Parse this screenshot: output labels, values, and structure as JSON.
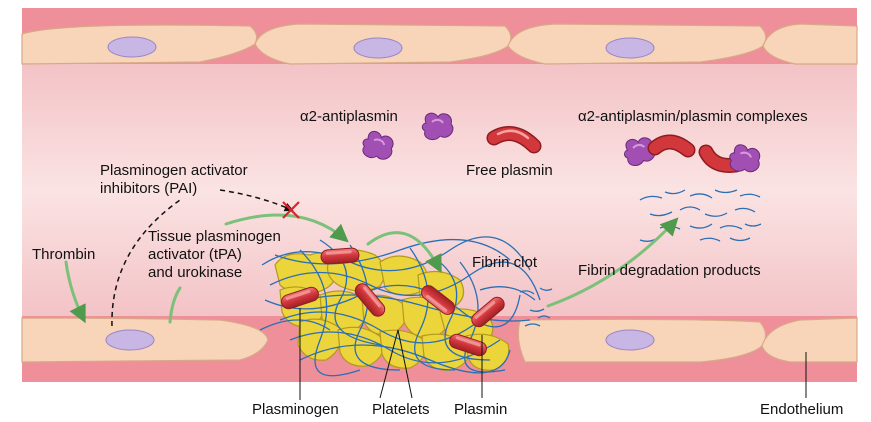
{
  "labels": {
    "a2_antiplasmin": "α2-antiplasmin",
    "a2_complexes": "α2-antiplasmin/plasmin complexes",
    "free_plasmin": "Free plasmin",
    "pai": "Plasminogen activator\ninhibitors (PAI)",
    "thrombin": "Thrombin",
    "tpa": "Tissue plasminogen\nactivator (tPA)\nand urokinase",
    "fibrin_clot": "Fibrin clot",
    "fibrin_degradation": "Fibrin degradation products",
    "plasminogen": "Plasminogen",
    "platelets": "Platelets",
    "plasmin": "Plasmin",
    "endothelium": "Endothelium"
  },
  "colors": {
    "vessel_wall": "#ef8e98",
    "lumen": "#f9dcdc",
    "endothelial_cell": "#f7d2b6",
    "nucleus": "#c5b3e3",
    "antiplasmin": "#a04fb3",
    "plasmin": "#d23a3e",
    "platelet": "#ecd53c",
    "fibrin": "#2a6fb5",
    "arrow": "#7cc07a"
  },
  "icons": {
    "inhibition_mark": "red-x-icon"
  }
}
